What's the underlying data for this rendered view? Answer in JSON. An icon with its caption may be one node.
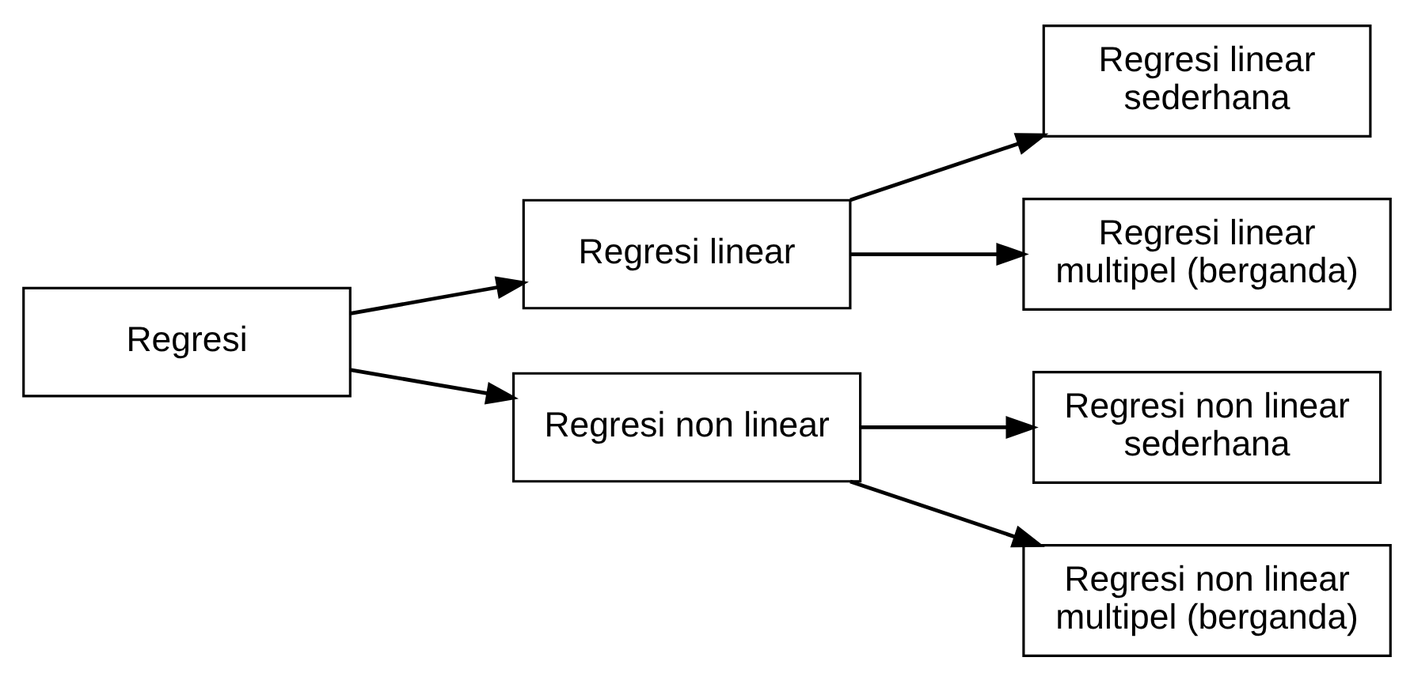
{
  "diagram": {
    "nodes": [
      {
        "text": [
          "Regresi"
        ]
      },
      {
        "text": [
          "Regresi linear"
        ]
      },
      {
        "text": [
          "Regresi linear sederhana"
        ]
      },
      {
        "text": [
          "Regresi linear multipel (berganda)"
        ]
      },
      {
        "text": [
          "Regresi non linear"
        ]
      },
      {
        "text": [
          "Regresi non linear sederhana"
        ]
      },
      {
        "text": [
          "Regresi non linear multipel (berganda)"
        ]
      }
    ],
    "edges": [
      {
        "from": 0,
        "to": 1,
        "arrow": "to"
      },
      {
        "from": 0,
        "to": 4,
        "arrow": "to"
      },
      {
        "from": 1,
        "to": 2,
        "arrow": "to"
      },
      {
        "from": 1,
        "to": 3,
        "arrow": "to"
      },
      {
        "from": 4,
        "to": 5,
        "arrow": "to"
      },
      {
        "from": 4,
        "to": 6,
        "arrow": "to"
      }
    ]
  }
}
